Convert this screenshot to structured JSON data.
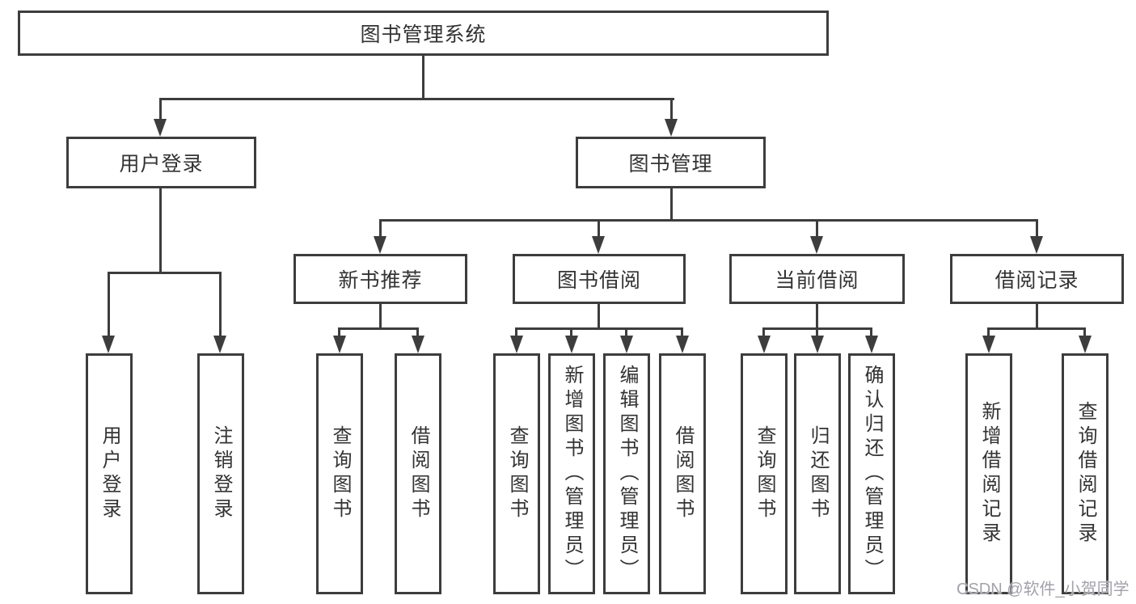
{
  "tree": {
    "label": "图书管理系统",
    "children": [
      {
        "label": "用户登录",
        "children": [
          {
            "label": "用户登录"
          },
          {
            "label": "注销登录"
          }
        ]
      },
      {
        "label": "图书管理",
        "children": [
          {
            "label": "新书推荐",
            "children": [
              {
                "label": "查询图书"
              },
              {
                "label": "借阅图书"
              }
            ]
          },
          {
            "label": "图书借阅",
            "children": [
              {
                "label": "查询图书"
              },
              {
                "label": "新增图书（管理员）"
              },
              {
                "label": "编辑图书（管理员）"
              },
              {
                "label": "借阅图书"
              }
            ]
          },
          {
            "label": "当前借阅",
            "children": [
              {
                "label": "查询图书"
              },
              {
                "label": "归还图书"
              },
              {
                "label": "确认归还（管理员）"
              }
            ]
          },
          {
            "label": "借阅记录",
            "children": [
              {
                "label": "新增借阅记录"
              },
              {
                "label": "查询借阅记录"
              }
            ]
          }
        ]
      }
    ]
  },
  "watermark": "CSDN @软件_小贺同学",
  "colors": {
    "line": "#3d3d3d",
    "text": "#333333",
    "background": "#ffffff",
    "watermark": "#a2a2aa"
  }
}
